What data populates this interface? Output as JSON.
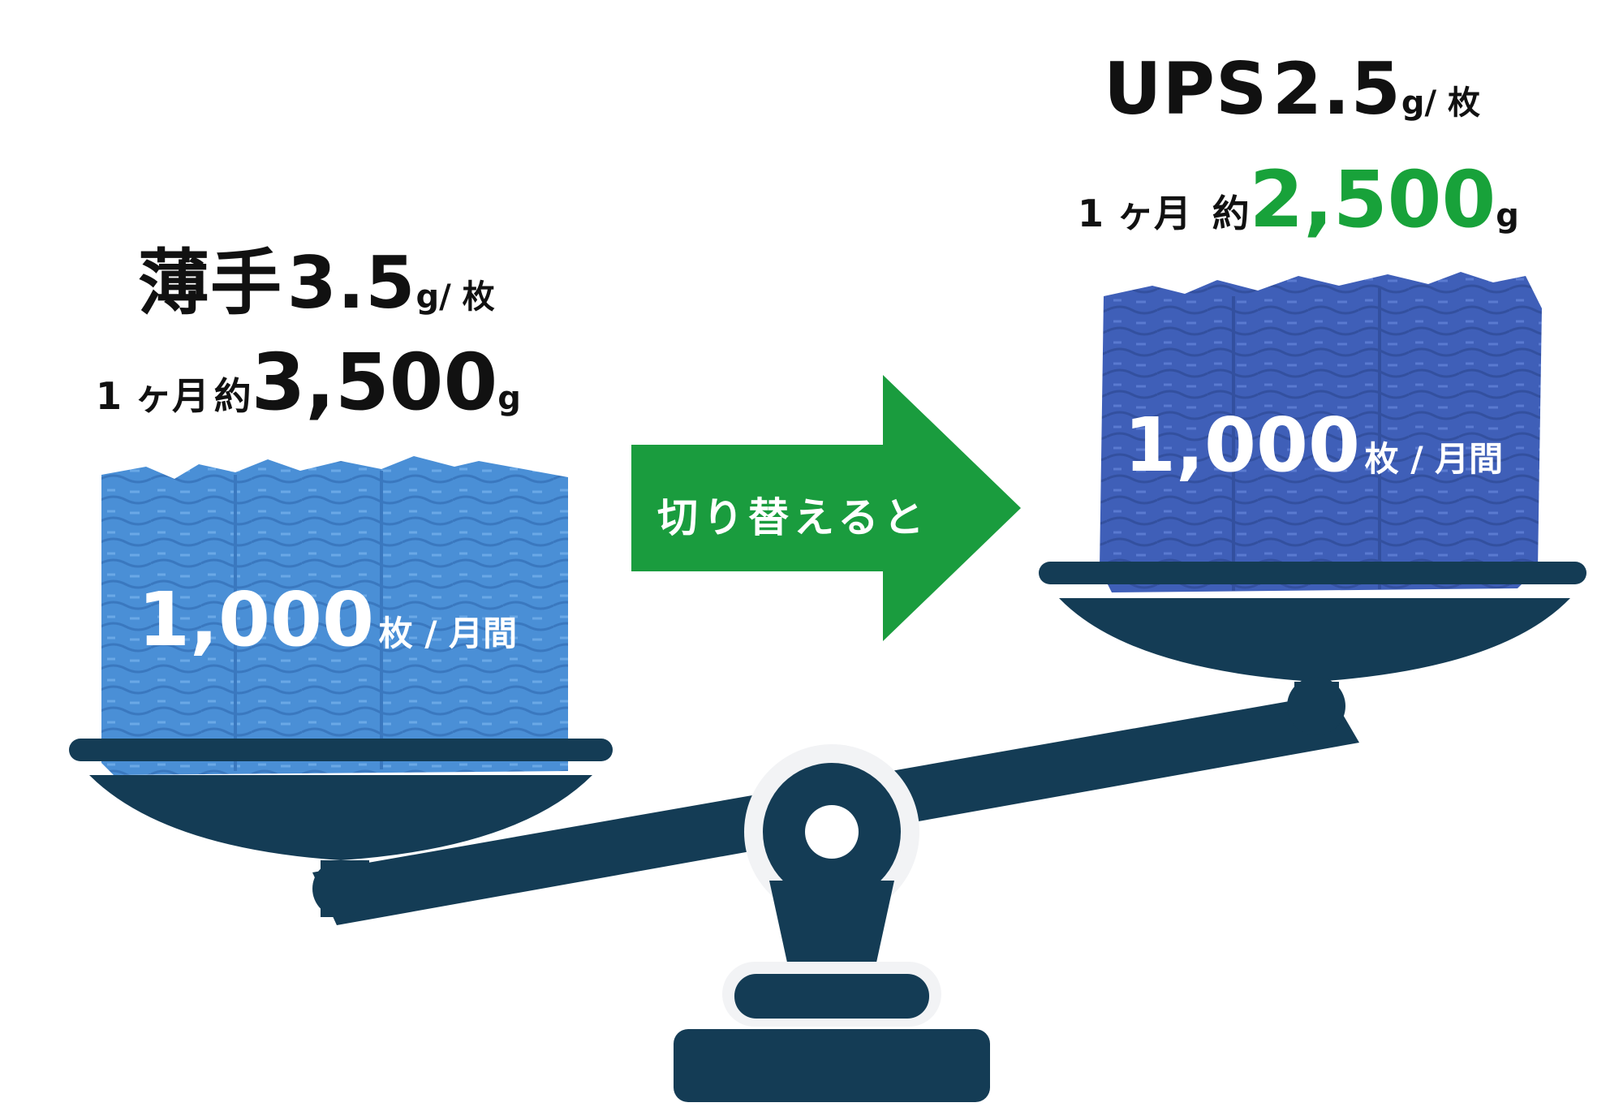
{
  "left": {
    "name": "薄手",
    "weight": "3.5",
    "weight_unit": "g/ 枚",
    "period": "1 ヶ月",
    "approx": "約",
    "total": "3,500",
    "total_unit": "g",
    "count": "1,000",
    "count_unit": "枚 / 月間",
    "glove_color": "#4a8fd6"
  },
  "right": {
    "name": "UPS",
    "weight": "2.5",
    "weight_unit": "g/ 枚",
    "period": "1 ヶ月",
    "approx": "約",
    "total": "2,500",
    "total_unit": "g",
    "count": "1,000",
    "count_unit": "枚 / 月間",
    "glove_color": "#3f5fb8"
  },
  "arrow": {
    "label": "切り替えると",
    "color": "#1a9c3e"
  },
  "scale_color": "#143c55",
  "highlight_color": "#18a23a"
}
